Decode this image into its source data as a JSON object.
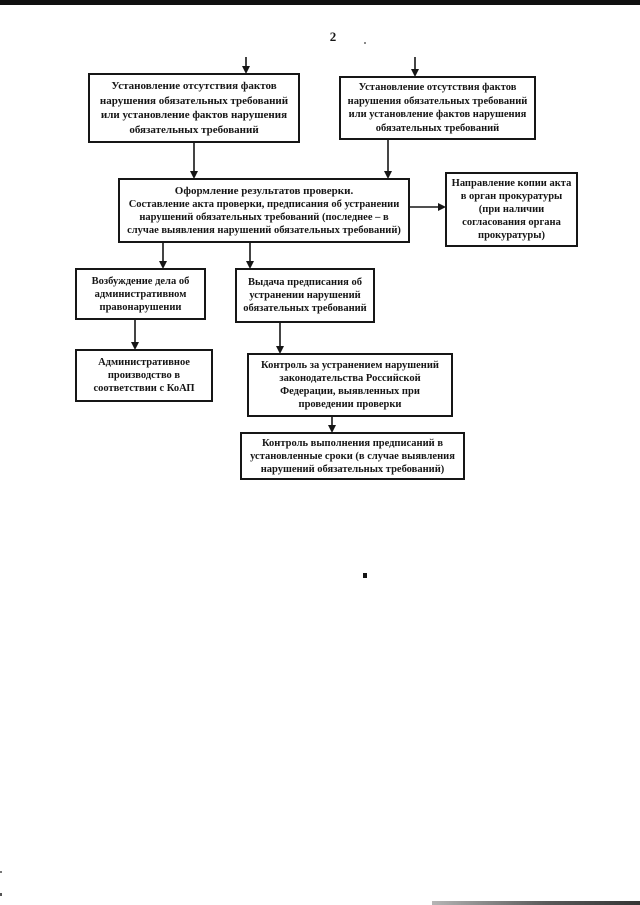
{
  "page": {
    "number": "2",
    "ink_color": "#161616",
    "paper_color": "#ffffff",
    "scan_bar_color": "#101010"
  },
  "flowchart": {
    "nodes": {
      "establish_left": {
        "text": "Установление отсутствия фактов нарушения обязательных требований или установление фактов нарушения обязательных требований"
      },
      "establish_right": {
        "text": "Установление отсутствия фактов нарушения обязательных требований или установление фактов нарушения обязательных требований"
      },
      "registration": {
        "title": "Оформление результатов проверки.",
        "body": "Составление акта проверки, предписания об устранении нарушений обязательных требований (последнее – в случае выявления нарушений обязательных требований)"
      },
      "send_copy": {
        "text": "Направление копии акта в орган прокуратуры (при наличии согласования органа прокуратуры)"
      },
      "initiate_case": {
        "text": "Возбуждение дела об административном правонарушении"
      },
      "issue_order": {
        "text": "Выдача предписания об устранении нарушений обязательных требований"
      },
      "admin_proceedings": {
        "text": "Административное производство в соответствии с КоАП"
      },
      "control_elimination": {
        "text": "Контроль за устранением нарушений законодательства Российской Федерации, выявленных при проведении проверки"
      },
      "control_execution": {
        "text": "Контроль выполнения предписаний в установленные сроки (в случае выявления нарушений обязательных требований)"
      }
    }
  }
}
